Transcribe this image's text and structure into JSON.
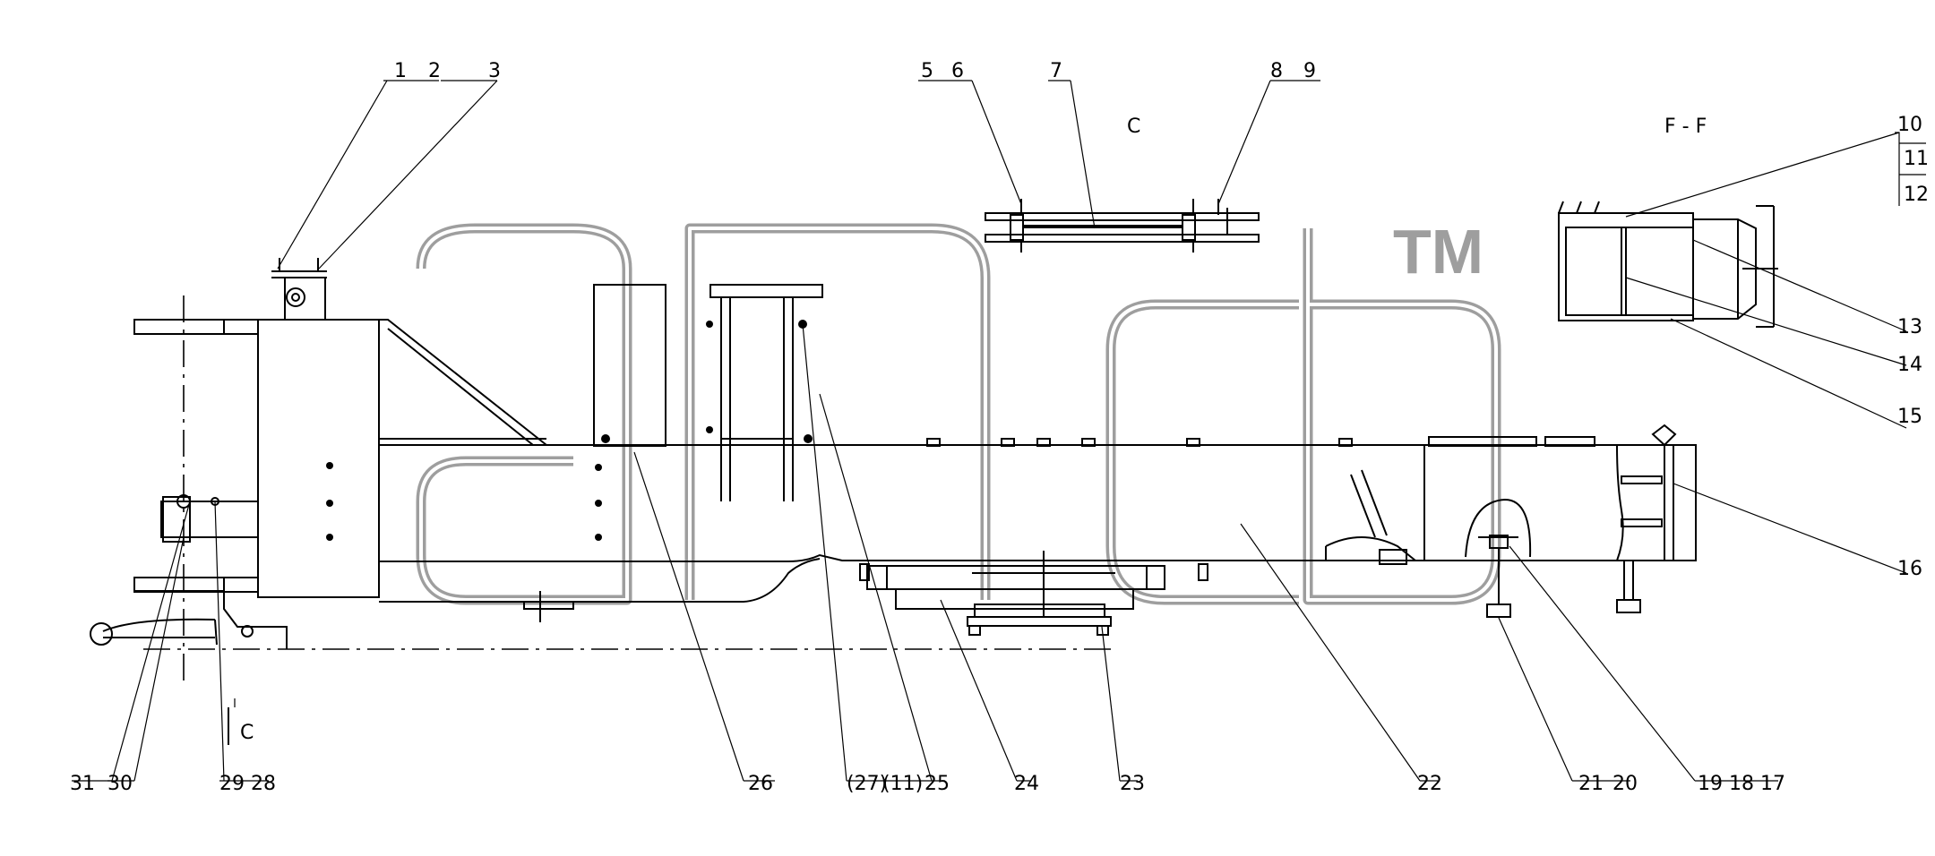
{
  "view_labels": {
    "section_c": "C",
    "section_ff": "F - F",
    "cut_mark": "C"
  },
  "watermark": {
    "text": "ancb",
    "trademark": "TM",
    "color": "#9e9e9e"
  },
  "callouts": {
    "c1": "1",
    "c2": "2",
    "c3": "3",
    "c5": "5",
    "c6": "6",
    "c7": "7",
    "c8": "8",
    "c9": "9",
    "c10": "10",
    "c11": "11",
    "c12": "12",
    "c13": "13",
    "c14": "14",
    "c15": "15",
    "c16": "16",
    "c17": "17",
    "c18": "18",
    "c19": "19",
    "c20": "20",
    "c21": "21",
    "c22": "22",
    "c23": "23",
    "c24": "24",
    "c25": "25",
    "c26": "26",
    "c27": "(27)",
    "c11b": "(11)",
    "c28": "28",
    "c29": "29",
    "c30": "30",
    "c31": "31"
  }
}
